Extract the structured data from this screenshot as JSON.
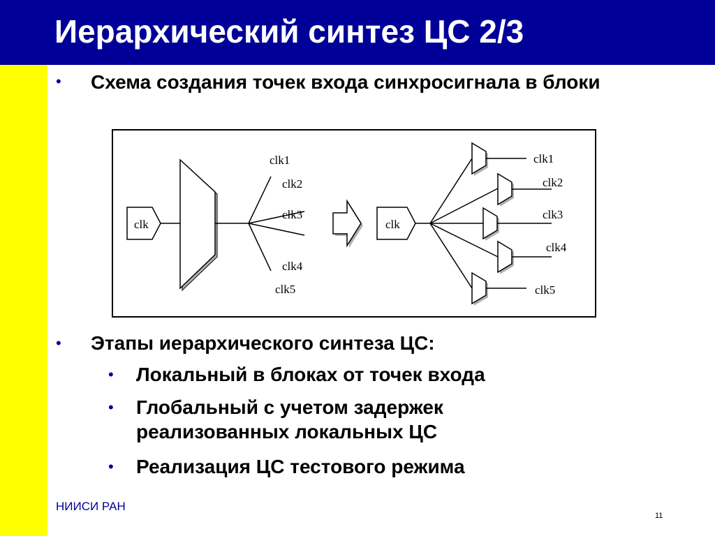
{
  "title": "Иерархический синтез ЦС 2/3",
  "bullets": {
    "b1": "Схема создания точек входа синхросигнала в блоки",
    "b2": "Этапы иерархического синтеза ЦС:",
    "sub": [
      "Локальный в блоках от точек входа",
      "Глобальный с учетом задержек реализованных  локальных ЦС",
      "Реализация ЦС тестового режима"
    ]
  },
  "diagram": {
    "source_label": "clk",
    "left_outputs": [
      "clk1",
      "clk2",
      "clk3",
      "clk4",
      "clk5"
    ],
    "right_outputs": [
      "clk1",
      "clk2",
      "clk3",
      "clk4",
      "clk5"
    ]
  },
  "footer": {
    "org": "НИИСИ РАН",
    "page": "11"
  }
}
